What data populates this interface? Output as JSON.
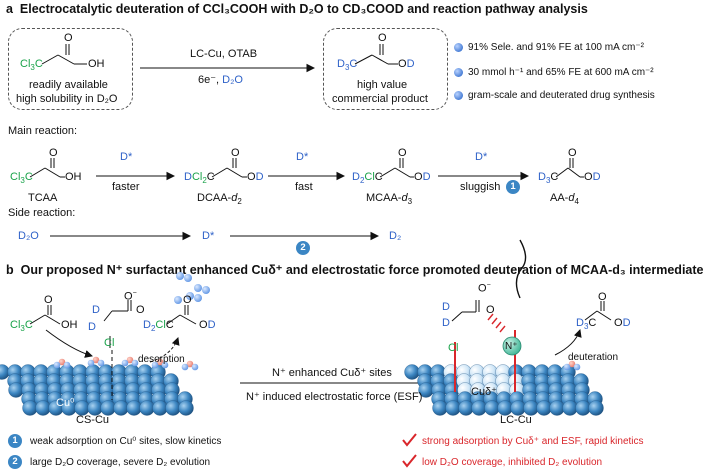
{
  "section_a": {
    "letter": "a",
    "title": "Electrocatalytic deuteration of CCl₃COOH with D₂O to CD₃COOD and reaction pathway analysis",
    "left_box": {
      "line1": "readily available",
      "line2": "high solubility in D₂O"
    },
    "arrow_top": "LC-Cu, OTAB",
    "arrow_bottom_a": "6e⁻, ",
    "arrow_bottom_b": "D₂O",
    "right_box": {
      "line1": "high value",
      "line2": "commercial product"
    },
    "bullets": [
      "91% Sele. and 91% FE at 100 mA cm⁻²",
      "30 mmol h⁻¹ and 65% FE at 600 mA cm⁻²",
      "gram-scale and deuterated drug synthesis"
    ],
    "main_reaction": "Main reaction:",
    "side_reaction": "Side reaction:",
    "compounds": [
      "TCAA",
      "DCAA-d₂",
      "MCAA-d₃",
      "AA-d₄"
    ],
    "dstar": "D*",
    "steps": [
      "faster",
      "fast",
      "sluggish"
    ],
    "side_left": "D₂O",
    "side_mid": "D*",
    "side_right": "D₂",
    "step_nums": [
      "1",
      "2"
    ]
  },
  "section_b": {
    "letter": "b",
    "title": "Our proposed N⁺ surfactant enhanced Cuδ⁺ and electrostatic force promoted deuteration of MCAA-d₃ intermediate",
    "cu0": "Cu⁰",
    "cudelta": "Cuδ⁺",
    "desorption": "desorption",
    "deuteration": "deuteration",
    "arrow_top": "N⁺ enhanced Cuδ⁺ sites",
    "arrow_bottom": "N⁺ induced electrostatic force (ESF)",
    "cs_cu": "CS-Cu",
    "lc_cu": "LC-Cu",
    "n_plus": "N⁺",
    "left_points": [
      "weak adsorption on Cu⁰ sites, slow kinetics",
      "large D₂O coverage, severe D₂ evolution"
    ],
    "right_points": [
      "strong adsorption by Cuδ⁺ and ESF, rapid kinetics",
      "low D₂O coverage, inhibited D₂ evolution"
    ]
  },
  "colors": {
    "deuterium": "#2f62c8",
    "chlorine": "#1aa34a",
    "highlight": "#d9262b",
    "copper": "#3c86c2"
  }
}
